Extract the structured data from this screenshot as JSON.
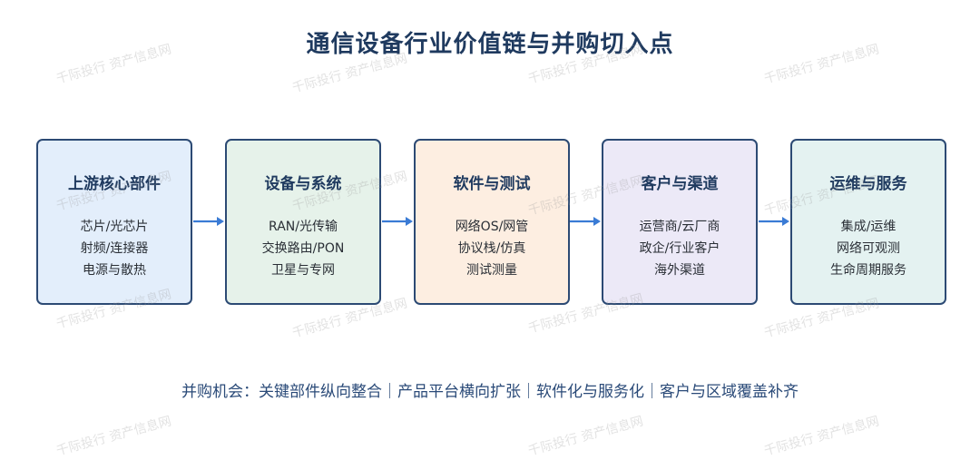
{
  "title": "通信设备行业价值链与并购切入点",
  "stages": [
    {
      "title": "上游核心部件",
      "items": [
        "芯片/光芯片",
        "射频/连接器",
        "电源与散热"
      ],
      "fill": "#e3eefb"
    },
    {
      "title": "设备与系统",
      "items": [
        "RAN/光传输",
        "交换路由/PON",
        "卫星与专网"
      ],
      "fill": "#e6f2ea"
    },
    {
      "title": "软件与测试",
      "items": [
        "网络OS/网管",
        "协议栈/仿真",
        "测试测量"
      ],
      "fill": "#fdeee1"
    },
    {
      "title": "客户与渠道",
      "items": [
        "运营商/云厂商",
        "政企/行业客户",
        "海外渠道"
      ],
      "fill": "#ece9f7"
    },
    {
      "title": "运维与服务",
      "items": [
        "集成/运维",
        "网络可观测",
        "生命周期服务"
      ],
      "fill": "#e4f2f1"
    }
  ],
  "footer": "并购机会：关键部件纵向整合｜产品平台横向扩张｜软件化与服务化｜客户与区域覆盖补齐",
  "watermark": "千际投行 资产信息网",
  "colors": {
    "border": "#2c4a74",
    "arrow": "#3a7bd5",
    "title": "#1f3a5f"
  }
}
